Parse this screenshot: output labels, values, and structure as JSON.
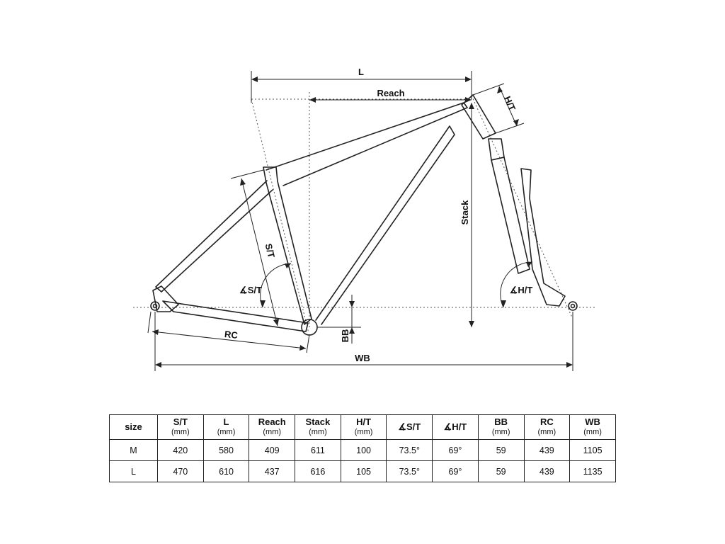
{
  "diagram": {
    "labels": {
      "l": "L",
      "reach": "Reach",
      "ht": "H/T",
      "stack": "Stack",
      "st": "S/T",
      "st_angle": "∡S/T",
      "ht_angle": "∡H/T",
      "rc": "RC",
      "bb": "BB",
      "wb": "WB"
    }
  },
  "table": {
    "headers": [
      {
        "label": "size",
        "unit": ""
      },
      {
        "label": "S/T",
        "unit": "(mm)"
      },
      {
        "label": "L",
        "unit": "(mm)"
      },
      {
        "label": "Reach",
        "unit": "(mm)"
      },
      {
        "label": "Stack",
        "unit": "(mm)"
      },
      {
        "label": "H/T",
        "unit": "(mm)"
      },
      {
        "label": "∡S/T",
        "unit": ""
      },
      {
        "label": "∡H/T",
        "unit": ""
      },
      {
        "label": "BB",
        "unit": "(mm)"
      },
      {
        "label": "RC",
        "unit": "(mm)"
      },
      {
        "label": "WB",
        "unit": "(mm)"
      }
    ],
    "rows": [
      [
        "M",
        "420",
        "580",
        "409",
        "611",
        "100",
        "73.5°",
        "69°",
        "59",
        "439",
        "1105"
      ],
      [
        "L",
        "470",
        "610",
        "437",
        "616",
        "105",
        "73.5°",
        "69°",
        "59",
        "439",
        "1135"
      ]
    ]
  }
}
